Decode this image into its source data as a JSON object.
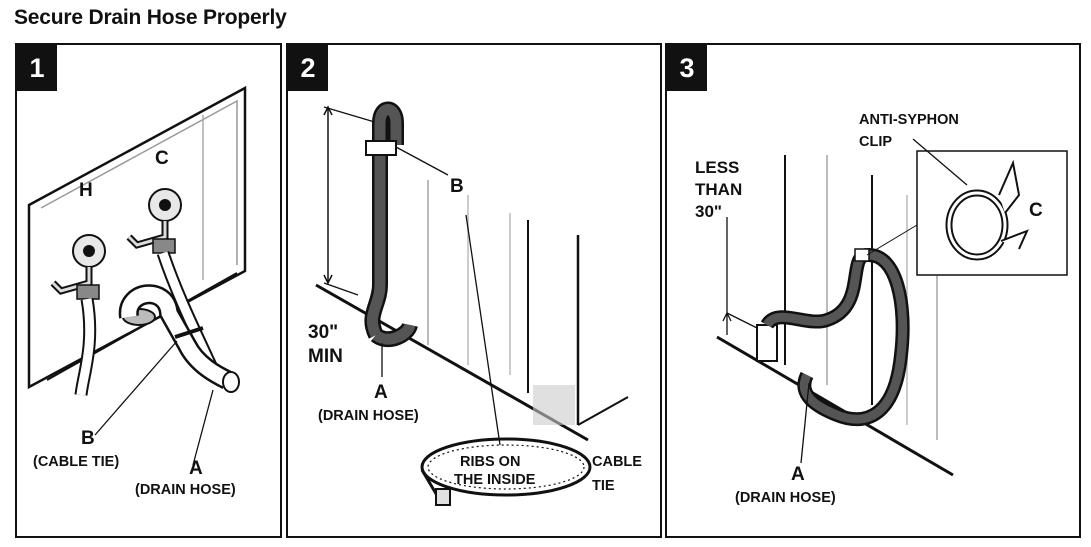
{
  "title": "Secure Drain Hose Properly",
  "panels": [
    {
      "step": "1",
      "faucet_hot": "H",
      "faucet_cold": "C",
      "label_b_letter": "B",
      "label_b_text": "(CABLE TIE)",
      "label_a_letter": "A",
      "label_a_text": "(DRAIN HOSE)"
    },
    {
      "step": "2",
      "height_line1": "30\"",
      "height_line2": "MIN",
      "label_b_letter": "B",
      "label_a_letter": "A",
      "label_a_text": "(DRAIN HOSE)",
      "ribs_line1": "RIBS ON",
      "ribs_line2": "THE INSIDE",
      "cable_tie_line1": "CABLE",
      "cable_tie_line2": "TIE"
    },
    {
      "step": "3",
      "height_line1": "LESS",
      "height_line2": "THAN",
      "height_line3": "30\"",
      "clip_line1": "ANTI-SYPHON",
      "clip_line2": "CLIP",
      "label_c_letter": "C",
      "label_a_letter": "A",
      "label_a_text": "(DRAIN HOSE)"
    }
  ]
}
